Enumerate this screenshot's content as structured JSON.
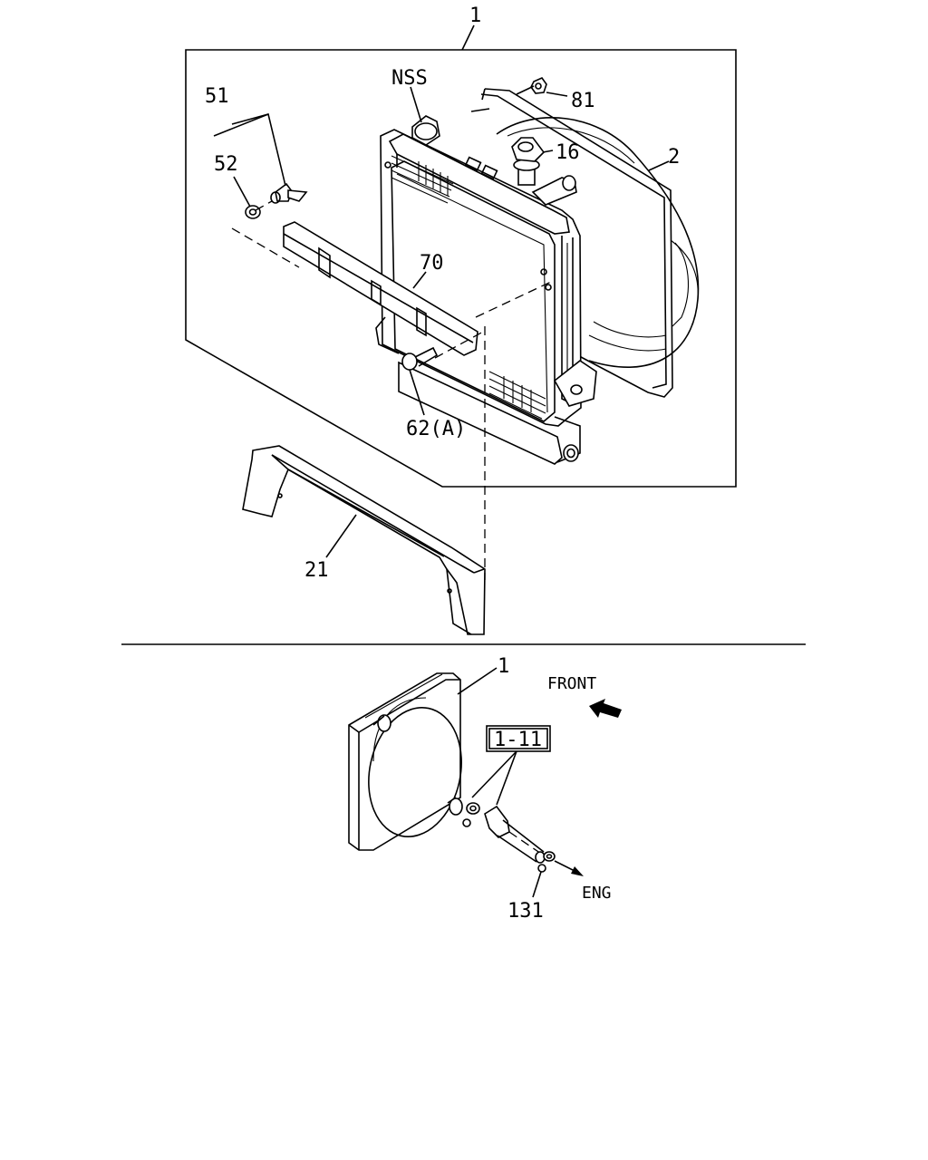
{
  "upper_assembly": {
    "labels": {
      "assembly": "1",
      "nss": "NSS",
      "p81": "81",
      "p16": "16",
      "p2": "2",
      "p51": "51",
      "p52": "52",
      "p70": "70",
      "p62": "62(A)",
      "p21": "21"
    }
  },
  "lower_assembly": {
    "labels": {
      "assembly": "1",
      "ref_box": "1-11",
      "p131": "131",
      "front": "FRONT",
      "eng": "ENG"
    }
  }
}
